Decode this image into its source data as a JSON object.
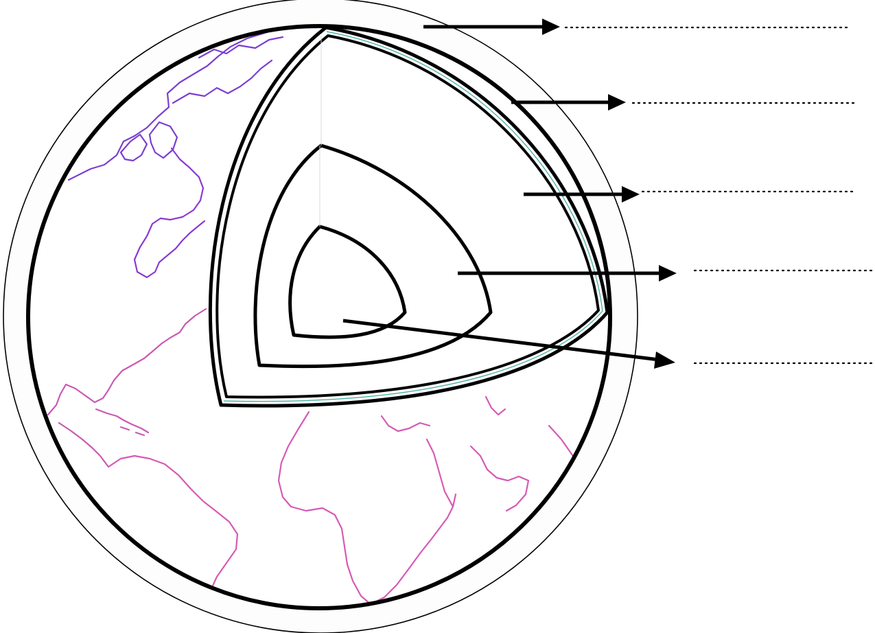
{
  "diagram": {
    "subject": "earth-interior-cutaway",
    "colors": {
      "outline": "#000000",
      "coast_north": "#7a3fd0",
      "coast_south": "#d65ab4",
      "background": "#ffffff"
    },
    "labels": [
      {
        "id": "label-1",
        "text": ""
      },
      {
        "id": "label-2",
        "text": ""
      },
      {
        "id": "label-3",
        "text": ""
      },
      {
        "id": "label-4",
        "text": ""
      },
      {
        "id": "label-5",
        "text": ""
      }
    ]
  }
}
